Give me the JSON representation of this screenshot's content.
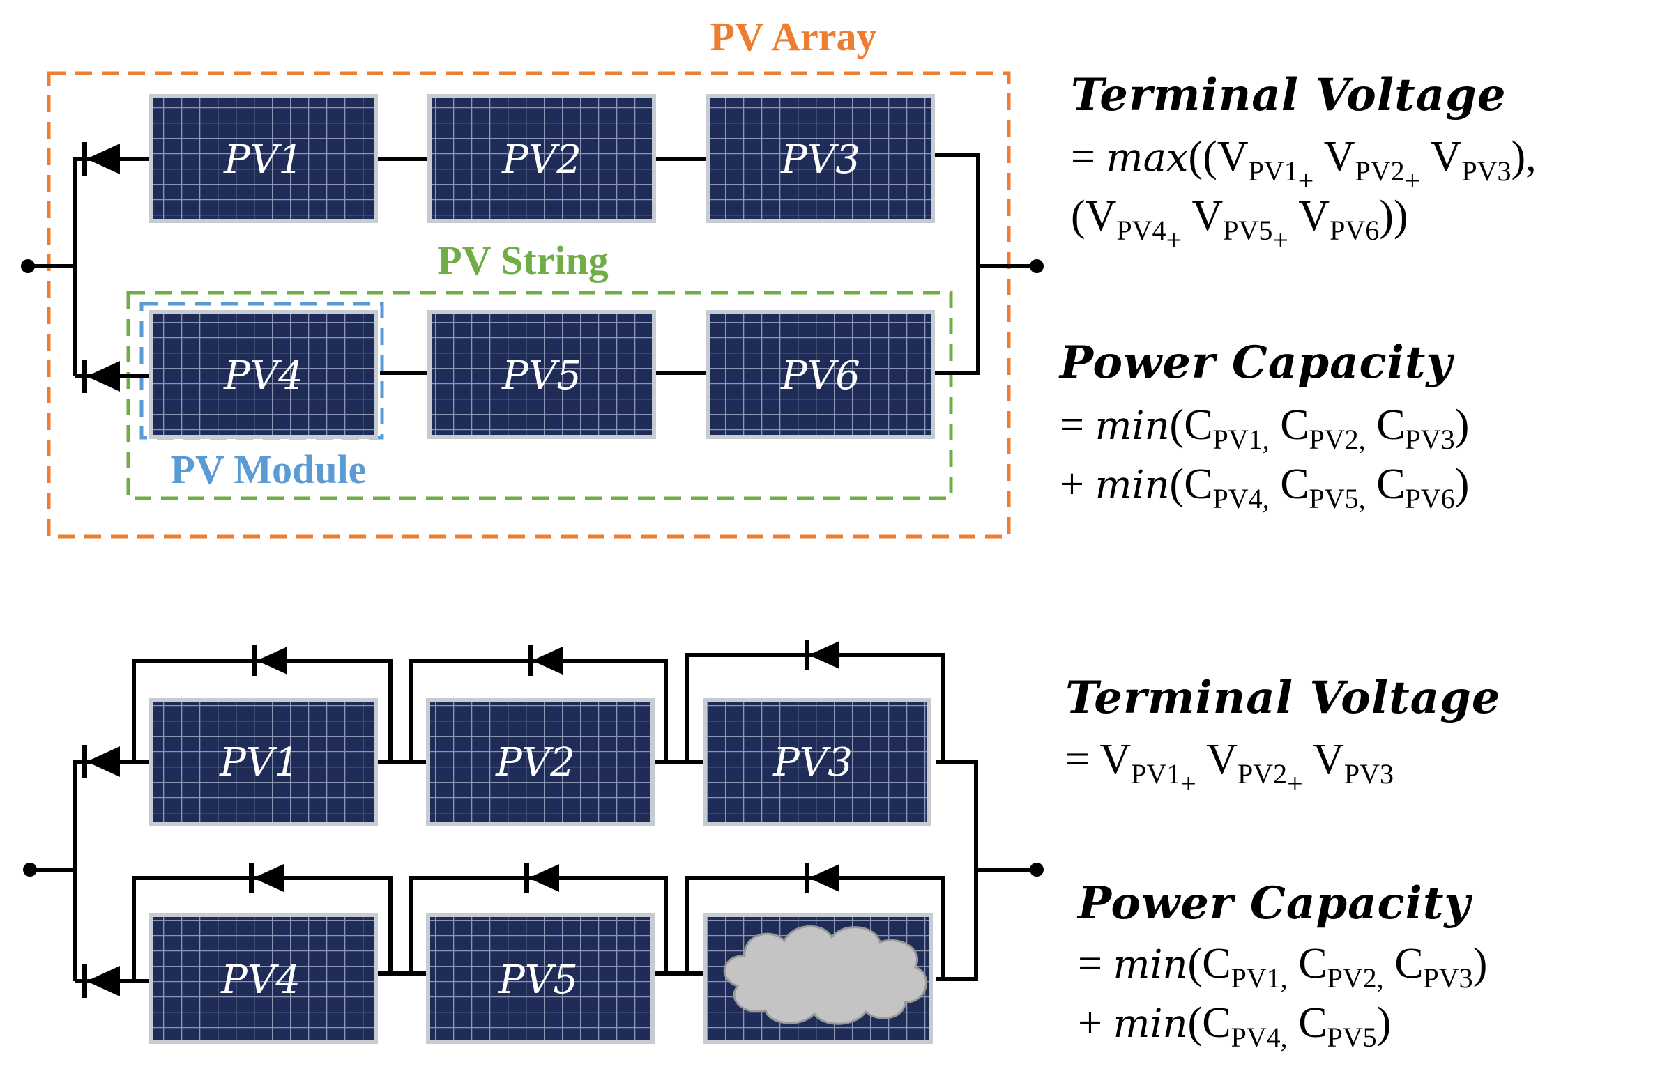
{
  "colors": {
    "array_border": "#ED7D31",
    "string_border": "#70AD47",
    "module_border": "#5B9BD5",
    "panel_fill": "#1f2c57",
    "panel_frame": "#c7ccd3",
    "cloud_fill": "#c4c4c4"
  },
  "labels": {
    "array": "PV Array",
    "string": "PV String",
    "module": "PV Module"
  },
  "top_panels": [
    {
      "id": "pv1",
      "text": "PV1"
    },
    {
      "id": "pv2",
      "text": "PV2"
    },
    {
      "id": "pv3",
      "text": "PV3"
    },
    {
      "id": "pv4",
      "text": "PV4"
    },
    {
      "id": "pv5",
      "text": "PV5"
    },
    {
      "id": "pv6",
      "text": "PV6"
    }
  ],
  "bottom_panels": [
    {
      "id": "pv1",
      "text": "PV1"
    },
    {
      "id": "pv2",
      "text": "PV2"
    },
    {
      "id": "pv3",
      "text": "PV3"
    },
    {
      "id": "pv4",
      "text": "PV4"
    },
    {
      "id": "pv5",
      "text": "PV5"
    },
    {
      "id": "pv6",
      "text": "",
      "shaded_by": "cloud-icon"
    }
  ],
  "equations": {
    "top": {
      "voltage_title": "Terminal Voltage",
      "voltage_fn": "max",
      "power_title": "Power Capacity",
      "power_fn": "min"
    },
    "bottom": {
      "voltage_title": "Terminal Voltage",
      "power_title": "Power Capacity",
      "power_fn": "min"
    }
  }
}
